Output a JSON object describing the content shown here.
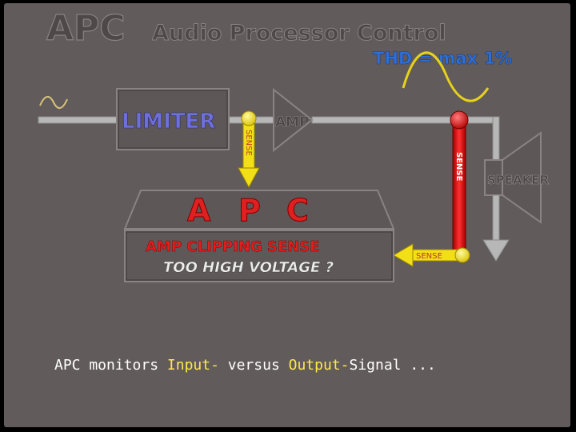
{
  "header": {
    "title_prefix": "APC",
    "title_rest": "Audio Processor Control",
    "thd_label": "THD = max 1%"
  },
  "blocks": {
    "limiter": "LIMITER",
    "amp": "AMP",
    "speaker": "SPEAKER",
    "apc_letters": [
      "A",
      "P",
      "C"
    ],
    "clip_line1": "AMP CLIPPING SENSE",
    "clip_line2": "TOO HIGH VOLTAGE ?"
  },
  "sense_labels": {
    "input": "SENSE",
    "output": "SENSE",
    "return": "SENSE"
  },
  "caption": {
    "part1": "APC monitors ",
    "input_word": "Input-",
    "part2": " versus ",
    "output_word": "Output-",
    "part3": "Signal ..."
  },
  "colors": {
    "background": "#625b5b",
    "block_face": "#5f5858",
    "signal_line": "#b7b7b7",
    "sense_yellow": "#f3df18",
    "sense_red": "#e01616",
    "thd_blue": "#2e6fd8",
    "apc_red": "#e02020",
    "limiter_blue": "#6f6fd8",
    "caption_text": "#ffffff",
    "caption_highlight": "#ffe84a"
  }
}
